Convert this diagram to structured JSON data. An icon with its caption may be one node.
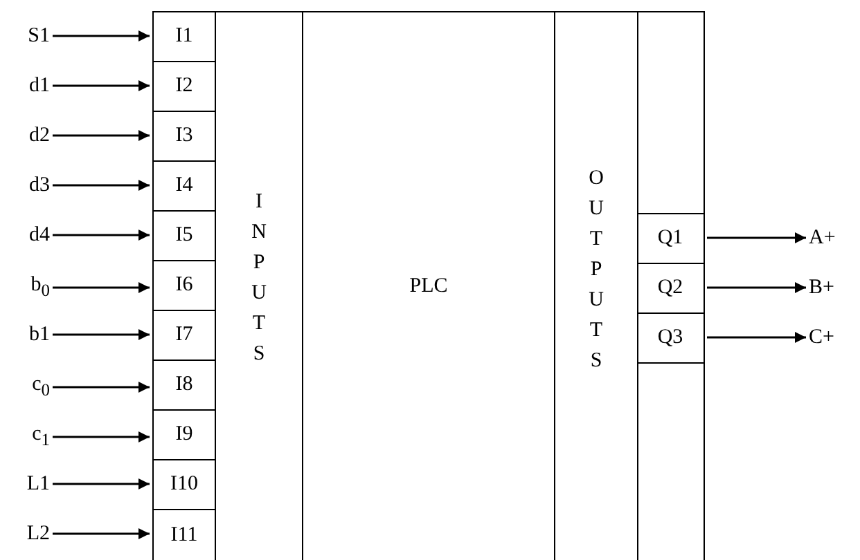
{
  "diagram": {
    "nodes": [
      {
        "text": [
          "S1"
        ]
      },
      {
        "text": [
          "d1"
        ]
      },
      {
        "text": [
          "d2"
        ]
      },
      {
        "text": [
          "d3"
        ]
      },
      {
        "text": [
          "d4"
        ]
      },
      {
        "text": [
          "b$_{0}$"
        ]
      },
      {
        "text": [
          "b1"
        ]
      },
      {
        "text": [
          "c$_{0}$"
        ]
      },
      {
        "text": [
          "c$_{1}$"
        ]
      },
      {
        "text": [
          "L1"
        ]
      },
      {
        "text": [
          "L2"
        ]
      },
      {
        "text": [
          "I1"
        ]
      },
      {
        "text": [
          "I2"
        ]
      },
      {
        "text": [
          "I3"
        ]
      },
      {
        "text": [
          "I4"
        ]
      },
      {
        "text": [
          "I5"
        ]
      },
      {
        "text": [
          "I6"
        ]
      },
      {
        "text": [
          "I7"
        ]
      },
      {
        "text": [
          "I8"
        ]
      },
      {
        "text": [
          "I9"
        ]
      },
      {
        "text": [
          "I10"
        ]
      },
      {
        "text": [
          "I11"
        ]
      },
      {
        "text": [
          "I N P U T S"
        ]
      },
      {
        "text": [
          "PLC"
        ]
      },
      {
        "text": [
          "O U T P U T S"
        ]
      },
      {
        "text": [],
        "shape": "box"
      },
      {
        "text": [
          "Q1"
        ],
        "in": 25
      },
      {
        "text": [
          "Q2"
        ],
        "in": 25
      },
      {
        "text": [
          "Q3"
        ],
        "in": 25
      },
      {
        "text": [
          "A+"
        ]
      },
      {
        "text": [
          "B+"
        ]
      },
      {
        "text": [
          "C+"
        ]
      }
    ],
    "edges": [
      {
        "from": 0,
        "to": 11,
        "arrow": "to"
      },
      {
        "from": 1,
        "to": 12,
        "arrow": "to"
      },
      {
        "from": 2,
        "to": 13,
        "arrow": "to"
      },
      {
        "from": 3,
        "to": 14,
        "arrow": "to"
      },
      {
        "from": 4,
        "to": 15,
        "arrow": "to"
      },
      {
        "from": 5,
        "to": 16,
        "arrow": "to"
      },
      {
        "from": 6,
        "to": 17,
        "arrow": "to"
      },
      {
        "from": 7,
        "to": 18,
        "arrow": "to"
      },
      {
        "from": 8,
        "to": 19,
        "arrow": "to"
      },
      {
        "from": 9,
        "to": 20,
        "arrow": "to"
      },
      {
        "from": 10,
        "to": 21,
        "arrow": "to"
      },
      {
        "from": 26,
        "to": 29,
        "arrow": "to"
      },
      {
        "from": 27,
        "to": 30,
        "arrow": "to"
      },
      {
        "from": 28,
        "to": 31,
        "arrow": "to"
      }
    ]
  }
}
